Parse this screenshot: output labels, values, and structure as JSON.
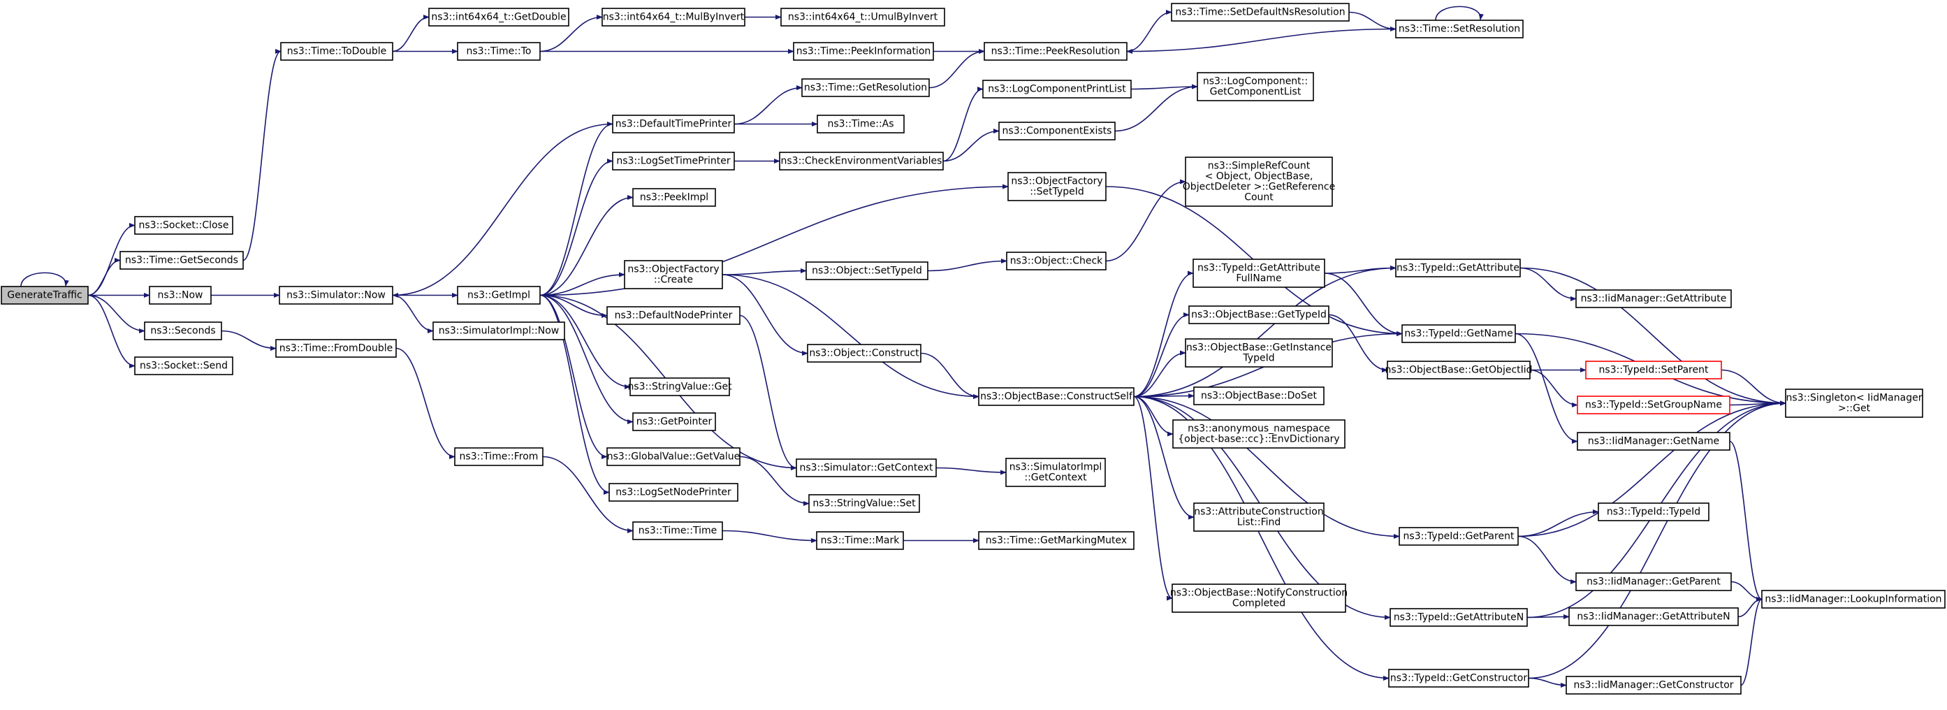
{
  "diagram": {
    "type": "call-graph",
    "nodes": [
      {
        "id": "GenerateTraffic",
        "lines": [
          "GenerateTraffic"
        ],
        "root": true
      },
      {
        "id": "Socket_Close",
        "lines": [
          "ns3::Socket::Close"
        ]
      },
      {
        "id": "Time_GetSeconds",
        "lines": [
          "ns3::Time::GetSeconds"
        ]
      },
      {
        "id": "Now",
        "lines": [
          "ns3::Now"
        ]
      },
      {
        "id": "Seconds",
        "lines": [
          "ns3::Seconds"
        ]
      },
      {
        "id": "Socket_Send",
        "lines": [
          "ns3::Socket::Send"
        ]
      },
      {
        "id": "Time_ToDouble",
        "lines": [
          "ns3::Time::ToDouble"
        ]
      },
      {
        "id": "Simulator_Now",
        "lines": [
          "ns3::Simulator::Now"
        ]
      },
      {
        "id": "Time_FromDouble",
        "lines": [
          "ns3::Time::FromDouble"
        ]
      },
      {
        "id": "int64_GetDouble",
        "lines": [
          "ns3::int64x64_t::GetDouble"
        ]
      },
      {
        "id": "Time_To",
        "lines": [
          "ns3::Time::To"
        ]
      },
      {
        "id": "GetImpl",
        "lines": [
          "ns3::GetImpl"
        ]
      },
      {
        "id": "SimulatorImpl_Now",
        "lines": [
          "ns3::SimulatorImpl::Now"
        ]
      },
      {
        "id": "Time_From",
        "lines": [
          "ns3::Time::From"
        ]
      },
      {
        "id": "int64_MulByInvert",
        "lines": [
          "ns3::int64x64_t::MulByInvert"
        ]
      },
      {
        "id": "DefaultTimePrinter",
        "lines": [
          "ns3::DefaultTimePrinter"
        ]
      },
      {
        "id": "LogSetTimePrinter",
        "lines": [
          "ns3::LogSetTimePrinter"
        ]
      },
      {
        "id": "PeekImpl",
        "lines": [
          "ns3::PeekImpl"
        ]
      },
      {
        "id": "ObjectFactory_Create",
        "lines": [
          "ns3::ObjectFactory",
          "::Create"
        ]
      },
      {
        "id": "DefaultNodePrinter",
        "lines": [
          "ns3::DefaultNodePrinter"
        ]
      },
      {
        "id": "StringValue_Get",
        "lines": [
          "ns3::StringValue::Get"
        ]
      },
      {
        "id": "GetPointer",
        "lines": [
          "ns3::GetPointer"
        ]
      },
      {
        "id": "GlobalValue_GetValue",
        "lines": [
          "ns3::GlobalValue::GetValue"
        ]
      },
      {
        "id": "LogSetNodePrinter",
        "lines": [
          "ns3::LogSetNodePrinter"
        ]
      },
      {
        "id": "Time_Time",
        "lines": [
          "ns3::Time::Time"
        ]
      },
      {
        "id": "int64_UmulByInvert",
        "lines": [
          "ns3::int64x64_t::UmulByInvert"
        ]
      },
      {
        "id": "Time_PeekInformation",
        "lines": [
          "ns3::Time::PeekInformation"
        ]
      },
      {
        "id": "Time_GetResolution",
        "lines": [
          "ns3::Time::GetResolution"
        ]
      },
      {
        "id": "Time_As",
        "lines": [
          "ns3::Time::As"
        ]
      },
      {
        "id": "CheckEnvironmentVariables",
        "lines": [
          "ns3::CheckEnvironmentVariables"
        ]
      },
      {
        "id": "Object_SetTypeId",
        "lines": [
          "ns3::Object::SetTypeId"
        ]
      },
      {
        "id": "Object_Construct",
        "lines": [
          "ns3::Object::Construct"
        ]
      },
      {
        "id": "Simulator_GetContext",
        "lines": [
          "ns3::Simulator::GetContext"
        ]
      },
      {
        "id": "StringValue_Set",
        "lines": [
          "ns3::StringValue::Set"
        ]
      },
      {
        "id": "Time_Mark",
        "lines": [
          "ns3::Time::Mark"
        ]
      },
      {
        "id": "Time_PeekResolution",
        "lines": [
          "ns3::Time::PeekResolution"
        ]
      },
      {
        "id": "LogComponentPrintList",
        "lines": [
          "ns3::LogComponentPrintList"
        ]
      },
      {
        "id": "ComponentExists",
        "lines": [
          "ns3::ComponentExists"
        ]
      },
      {
        "id": "ObjectFactory_SetTypeId",
        "lines": [
          "ns3::ObjectFactory",
          "::SetTypeId"
        ]
      },
      {
        "id": "Object_Check",
        "lines": [
          "ns3::Object::Check"
        ]
      },
      {
        "id": "ConstructSelf",
        "lines": [
          "ns3::ObjectBase::ConstructSelf"
        ]
      },
      {
        "id": "SimulatorImpl_GetContext",
        "lines": [
          "ns3::SimulatorImpl",
          "::GetContext"
        ]
      },
      {
        "id": "Time_GetMarkingMutex",
        "lines": [
          "ns3::Time::GetMarkingMutex"
        ]
      },
      {
        "id": "Time_SetDefaultNsResolution",
        "lines": [
          "ns3::Time::SetDefaultNsResolution"
        ]
      },
      {
        "id": "LogComponent_GetComponentList",
        "lines": [
          "ns3::LogComponent::",
          "GetComponentList"
        ]
      },
      {
        "id": "SimpleRefCount_GetReferenceCount",
        "lines": [
          "ns3::SimpleRefCount",
          "< Object, ObjectBase,",
          "ObjectDeleter >::GetReference",
          "Count"
        ]
      },
      {
        "id": "TypeId_GetAttributeFullName",
        "lines": [
          "ns3::TypeId::GetAttribute",
          "FullName"
        ]
      },
      {
        "id": "ObjectBase_GetTypeId",
        "lines": [
          "ns3::ObjectBase::GetTypeId"
        ]
      },
      {
        "id": "ObjectBase_GetInstanceTypeId",
        "lines": [
          "ns3::ObjectBase::GetInstance",
          "TypeId"
        ]
      },
      {
        "id": "ObjectBase_DoSet",
        "lines": [
          "ns3::ObjectBase::DoSet"
        ]
      },
      {
        "id": "EnvDictionary",
        "lines": [
          "ns3::anonymous_namespace",
          "{object-base::cc}::EnvDictionary"
        ]
      },
      {
        "id": "AttributeConstructionList_Find",
        "lines": [
          "ns3::AttributeConstruction",
          "List::Find"
        ]
      },
      {
        "id": "ObjectBase_NotifyConstructionCompleted",
        "lines": [
          "ns3::ObjectBase::NotifyConstruction",
          "Completed"
        ]
      },
      {
        "id": "Time_SetResolution",
        "lines": [
          "ns3::Time::SetResolution"
        ]
      },
      {
        "id": "TypeId_GetAttribute",
        "lines": [
          "ns3::TypeId::GetAttribute"
        ]
      },
      {
        "id": "TypeId_GetName",
        "lines": [
          "ns3::TypeId::GetName"
        ]
      },
      {
        "id": "ObjectBase_GetObjectIid",
        "lines": [
          "ns3::ObjectBase::GetObjectIid"
        ]
      },
      {
        "id": "TypeId_GetParent",
        "lines": [
          "ns3::TypeId::GetParent"
        ]
      },
      {
        "id": "TypeId_GetAttributeN",
        "lines": [
          "ns3::TypeId::GetAttributeN"
        ]
      },
      {
        "id": "TypeId_GetConstructor",
        "lines": [
          "ns3::TypeId::GetConstructor"
        ]
      },
      {
        "id": "IidManager_GetAttribute",
        "lines": [
          "ns3::IidManager::GetAttribute"
        ]
      },
      {
        "id": "TypeId_SetParent",
        "lines": [
          "ns3::TypeId::SetParent"
        ],
        "red": true
      },
      {
        "id": "TypeId_SetGroupName",
        "lines": [
          "ns3::TypeId::SetGroupName"
        ],
        "red": true
      },
      {
        "id": "IidManager_GetName",
        "lines": [
          "ns3::IidManager::GetName"
        ]
      },
      {
        "id": "TypeId_TypeId",
        "lines": [
          "ns3::TypeId::TypeId"
        ]
      },
      {
        "id": "IidManager_GetParent",
        "lines": [
          "ns3::IidManager::GetParent"
        ]
      },
      {
        "id": "IidManager_GetAttributeN",
        "lines": [
          "ns3::IidManager::GetAttributeN"
        ]
      },
      {
        "id": "IidManager_GetConstructor",
        "lines": [
          "ns3::IidManager::GetConstructor"
        ]
      },
      {
        "id": "Singleton_Get",
        "lines": [
          "ns3::Singleton< IidManager",
          ">::Get"
        ]
      },
      {
        "id": "IidManager_LookupInformation",
        "lines": [
          "ns3::IidManager::LookupInformation"
        ]
      }
    ],
    "edges": [
      [
        "GenerateTraffic",
        "GenerateTraffic"
      ],
      [
        "GenerateTraffic",
        "Socket_Close"
      ],
      [
        "GenerateTraffic",
        "Time_GetSeconds"
      ],
      [
        "GenerateTraffic",
        "Now"
      ],
      [
        "GenerateTraffic",
        "Seconds"
      ],
      [
        "GenerateTraffic",
        "Socket_Send"
      ],
      [
        "Time_GetSeconds",
        "Time_ToDouble"
      ],
      [
        "Now",
        "Simulator_Now"
      ],
      [
        "Seconds",
        "Time_FromDouble"
      ],
      [
        "Time_ToDouble",
        "int64_GetDouble"
      ],
      [
        "Time_ToDouble",
        "Time_To"
      ],
      [
        "Simulator_Now",
        "GetImpl"
      ],
      [
        "Simulator_Now",
        "SimulatorImpl_Now"
      ],
      [
        "Time_FromDouble",
        "Time_From"
      ],
      [
        "Time_To",
        "int64_MulByInvert"
      ],
      [
        "Time_To",
        "Time_PeekInformation"
      ],
      [
        "int64_MulByInvert",
        "int64_UmulByInvert"
      ],
      [
        "GetImpl",
        "DefaultTimePrinter"
      ],
      [
        "GetImpl",
        "LogSetTimePrinter"
      ],
      [
        "GetImpl",
        "PeekImpl"
      ],
      [
        "GetImpl",
        "ObjectFactory_Create"
      ],
      [
        "GetImpl",
        "DefaultNodePrinter"
      ],
      [
        "GetImpl",
        "StringValue_Get"
      ],
      [
        "GetImpl",
        "GetPointer"
      ],
      [
        "GetImpl",
        "GlobalValue_GetValue"
      ],
      [
        "GetImpl",
        "LogSetNodePrinter"
      ],
      [
        "GetImpl",
        "ObjectFactory_SetTypeId"
      ],
      [
        "GetImpl",
        "Simulator_GetContext"
      ],
      [
        "DefaultTimePrinter",
        "Simulator_Now"
      ],
      [
        "DefaultTimePrinter",
        "Time_GetResolution"
      ],
      [
        "DefaultTimePrinter",
        "Time_As"
      ],
      [
        "LogSetTimePrinter",
        "CheckEnvironmentVariables"
      ],
      [
        "ObjectFactory_Create",
        "Object_SetTypeId"
      ],
      [
        "ObjectFactory_Create",
        "Object_Construct"
      ],
      [
        "ObjectFactory_Create",
        "ConstructSelf"
      ],
      [
        "DefaultNodePrinter",
        "Simulator_GetContext"
      ],
      [
        "GlobalValue_GetValue",
        "StringValue_Set"
      ],
      [
        "Time_From",
        "Time_Time"
      ],
      [
        "Time_Time",
        "Time_Mark"
      ],
      [
        "Time_Mark",
        "Time_GetMarkingMutex"
      ],
      [
        "Time_PeekInformation",
        "Time_PeekResolution"
      ],
      [
        "Time_GetResolution",
        "Time_PeekResolution"
      ],
      [
        "CheckEnvironmentVariables",
        "LogComponentPrintList"
      ],
      [
        "CheckEnvironmentVariables",
        "ComponentExists"
      ],
      [
        "LogComponentPrintList",
        "LogComponent_GetComponentList"
      ],
      [
        "ComponentExists",
        "LogComponent_GetComponentList"
      ],
      [
        "Object_SetTypeId",
        "Object_Check"
      ],
      [
        "Object_Check",
        "SimpleRefCount_GetReferenceCount"
      ],
      [
        "Object_Construct",
        "ConstructSelf"
      ],
      [
        "Simulator_GetContext",
        "SimulatorImpl_GetContext"
      ],
      [
        "ObjectFactory_SetTypeId",
        "TypeId_GetName"
      ],
      [
        "Time_PeekResolution",
        "Time_SetDefaultNsResolution"
      ],
      [
        "Time_SetDefaultNsResolution",
        "Time_SetResolution"
      ],
      [
        "Time_SetResolution",
        "Time_SetResolution"
      ],
      [
        "Time_SetResolution",
        "Time_PeekResolution"
      ],
      [
        "ConstructSelf",
        "TypeId_GetAttribute"
      ],
      [
        "ConstructSelf",
        "TypeId_GetAttributeFullName"
      ],
      [
        "ConstructSelf",
        "ObjectBase_GetTypeId"
      ],
      [
        "ConstructSelf",
        "ObjectBase_GetInstanceTypeId"
      ],
      [
        "ConstructSelf",
        "ObjectBase_DoSet"
      ],
      [
        "ConstructSelf",
        "EnvDictionary"
      ],
      [
        "ConstructSelf",
        "AttributeConstructionList_Find"
      ],
      [
        "ConstructSelf",
        "ObjectBase_NotifyConstructionCompleted"
      ],
      [
        "ConstructSelf",
        "TypeId_GetName"
      ],
      [
        "ConstructSelf",
        "TypeId_GetParent"
      ],
      [
        "ConstructSelf",
        "TypeId_GetAttributeN"
      ],
      [
        "ConstructSelf",
        "TypeId_GetConstructor"
      ],
      [
        "TypeId_GetAttributeFullName",
        "TypeId_GetAttribute"
      ],
      [
        "TypeId_GetAttributeFullName",
        "TypeId_GetName"
      ],
      [
        "ObjectBase_GetTypeId",
        "ObjectBase_GetObjectIid"
      ],
      [
        "TypeId_GetAttribute",
        "IidManager_GetAttribute"
      ],
      [
        "TypeId_GetAttribute",
        "Singleton_Get"
      ],
      [
        "TypeId_GetName",
        "IidManager_GetName"
      ],
      [
        "TypeId_GetName",
        "Singleton_Get"
      ],
      [
        "ObjectBase_GetObjectIid",
        "TypeId_SetParent"
      ],
      [
        "ObjectBase_GetObjectIid",
        "TypeId_SetGroupName"
      ],
      [
        "TypeId_SetParent",
        "Singleton_Get"
      ],
      [
        "TypeId_SetGroupName",
        "Singleton_Get"
      ],
      [
        "IidManager_GetName",
        "IidManager_LookupInformation"
      ],
      [
        "TypeId_GetParent",
        "TypeId_TypeId"
      ],
      [
        "TypeId_GetParent",
        "IidManager_GetParent"
      ],
      [
        "TypeId_GetParent",
        "Singleton_Get"
      ],
      [
        "TypeId_GetAttributeN",
        "IidManager_GetAttributeN"
      ],
      [
        "TypeId_GetAttributeN",
        "Singleton_Get"
      ],
      [
        "TypeId_GetConstructor",
        "IidManager_GetConstructor"
      ],
      [
        "TypeId_GetConstructor",
        "Singleton_Get"
      ],
      [
        "IidManager_GetParent",
        "IidManager_LookupInformation"
      ],
      [
        "IidManager_GetAttributeN",
        "IidManager_LookupInformation"
      ],
      [
        "IidManager_GetConstructor",
        "IidManager_LookupInformation"
      ]
    ],
    "colors": {
      "edge": "#191970",
      "root_fill": "#bfbfbf",
      "node_border": "#000000",
      "highlight_border": "#ff0000"
    }
  }
}
